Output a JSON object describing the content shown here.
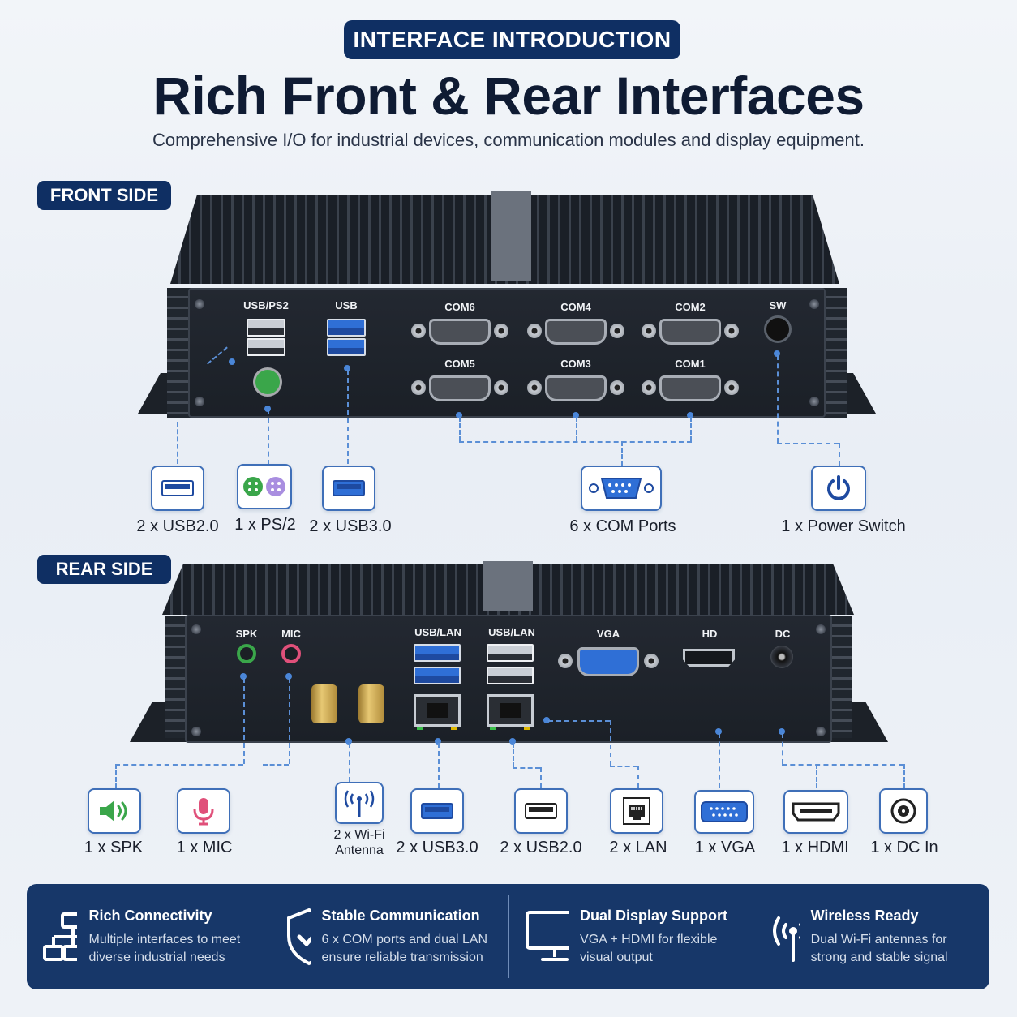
{
  "header": {
    "badge": "INTERFACE INTRODUCTION",
    "title": "Rich Front & Rear Interfaces",
    "subtitle": "Comprehensive I/O for industrial devices, communication modules and display equipment."
  },
  "front": {
    "section_label": "FRONT SIDE",
    "port_labels": {
      "usb_ps2": "USB/PS2",
      "usb": "USB",
      "com6": "COM6",
      "com4": "COM4",
      "com2": "COM2",
      "com5": "COM5",
      "com3": "COM3",
      "com1": "COM1",
      "sw": "SW"
    },
    "items": [
      {
        "label": "2 x USB2.0",
        "icon": "usb2-icon"
      },
      {
        "label": "1 x PS/2",
        "icon": "ps2-icon"
      },
      {
        "label": "2 x USB3.0",
        "icon": "usb3-icon"
      },
      {
        "label": "6 x COM Ports",
        "icon": "com-port-icon"
      },
      {
        "label": "1 x Power Switch",
        "icon": "power-icon"
      }
    ]
  },
  "rear": {
    "section_label": "REAR SIDE",
    "port_labels": {
      "spk": "SPK",
      "mic": "MIC",
      "usb_lan_1": "USB/LAN",
      "usb_lan_2": "USB/LAN",
      "vga": "VGA",
      "hd": "HD",
      "dc": "DC"
    },
    "items": [
      {
        "label": "1 x SPK",
        "icon": "speaker-icon"
      },
      {
        "label": "1 x MIC",
        "icon": "microphone-icon"
      },
      {
        "label": "2 x Wi-Fi Antenna",
        "icon": "wifi-antenna-icon"
      },
      {
        "label": "2 x USB3.0",
        "icon": "usb3-icon"
      },
      {
        "label": "2 x USB2.0",
        "icon": "usb2-icon"
      },
      {
        "label": "2 x LAN",
        "icon": "lan-icon"
      },
      {
        "label": "1 x VGA",
        "icon": "vga-icon"
      },
      {
        "label": "1 x HDMI",
        "icon": "hdmi-icon"
      },
      {
        "label": "1 x DC In",
        "icon": "dc-in-icon"
      }
    ]
  },
  "features": [
    {
      "title": "Rich Connectivity",
      "desc": "Multiple interfaces to meet diverse industrial needs",
      "icon": "network-icon"
    },
    {
      "title": "Stable Communication",
      "desc": "6 x COM ports and dual LAN ensure reliable transmission",
      "icon": "shield-check-icon"
    },
    {
      "title": "Dual Display Support",
      "desc": "VGA + HDMI for flexible visual output",
      "icon": "monitor-icon"
    },
    {
      "title": "Wireless Ready",
      "desc": "Dual Wi-Fi antennas for strong and stable signal",
      "icon": "wireless-icon"
    }
  ],
  "colors": {
    "brand_navy": "#0f2f63",
    "feature_bar": "#173769",
    "accent_blue": "#3f6fb8",
    "speaker_green": "#3aa64a",
    "mic_pink": "#e0507a"
  }
}
